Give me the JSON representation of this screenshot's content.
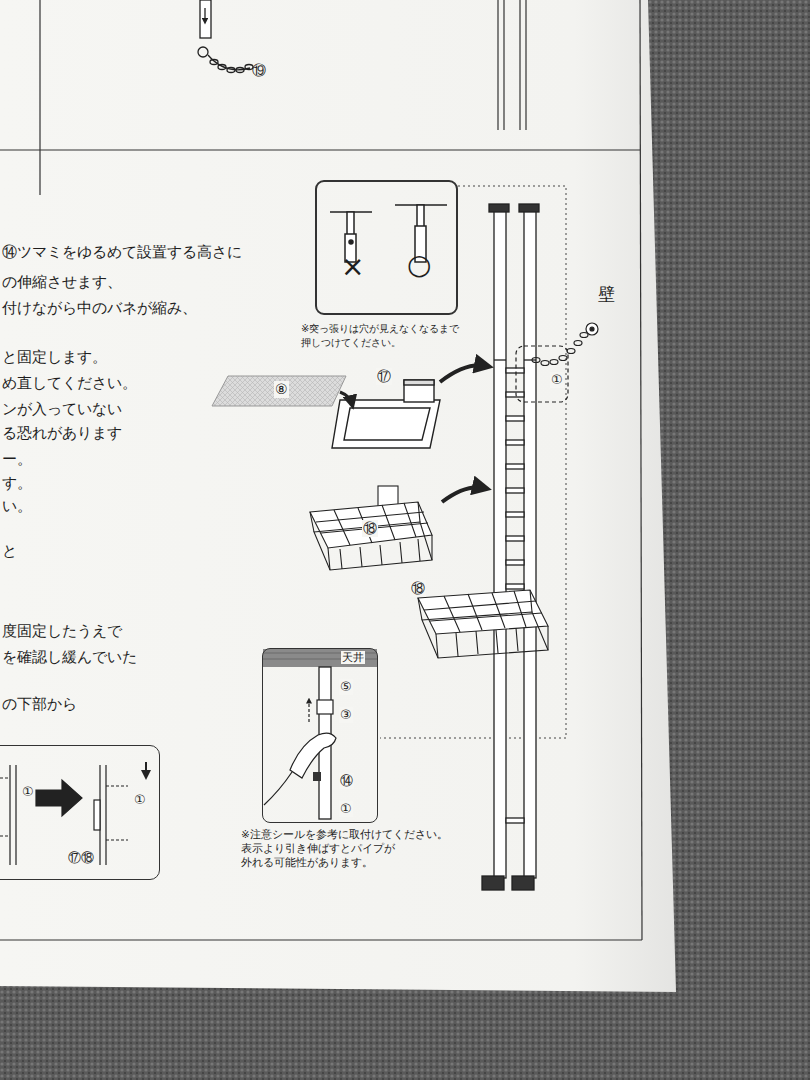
{
  "diagram": {
    "nodes": [
      {
        "text": [
          "×",
          "○",
          "※突っ張りは穴が見えなくなるまで 押しつけてください。"
        ]
      },
      {
        "text": [
          "天井",
          "⑤",
          "③",
          "⑭",
          "①",
          "※注意シールを参考に取付けてください。 表示より引き伸ばすとパイプが 外れる可能性があります。"
        ]
      },
      {
        "text": [
          "①",
          "①",
          "⑰⑱"
        ]
      }
    ],
    "labels": [
      "⑲",
      "⑭ツマミをゆるめて設置する高さに",
      "の伸縮させます、",
      "付けながら中のバネが縮み、",
      "と固定します。",
      "め直してください。",
      "ンが入っていない",
      "る恐れがあります",
      "ー。",
      "す。",
      "い。",
      "と",
      "度固定したうえで",
      "を確認し緩んでいた",
      "の下部から",
      "壁",
      "①",
      "⑰",
      "⑧",
      "⑱",
      "⑱"
    ]
  }
}
